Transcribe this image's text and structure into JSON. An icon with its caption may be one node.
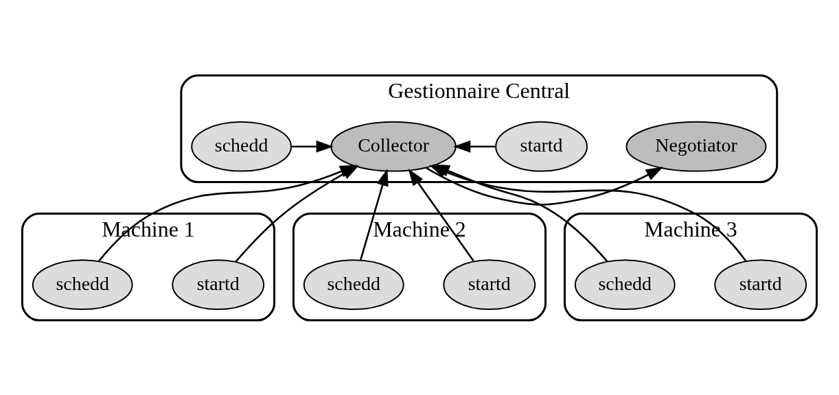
{
  "diagram": {
    "nodes": [
      {
        "text": [
          "Gestionnaire Central"
        ]
      },
      {
        "text": [
          "Negotiator"
        ],
        "in": 0
      },
      {
        "text": [
          "startd"
        ],
        "in": 0
      },
      {
        "text": [
          "Collector"
        ],
        "in": 0
      },
      {
        "text": [
          "schedd"
        ],
        "in": 0
      },
      {
        "text": [
          "Machine 1"
        ]
      },
      {
        "text": [
          "startd"
        ],
        "in": 5
      },
      {
        "text": [
          "schedd"
        ],
        "in": 5
      },
      {
        "text": [
          "Machine 2"
        ]
      },
      {
        "text": [
          "startd"
        ],
        "in": 8
      },
      {
        "text": [
          "schedd"
        ],
        "in": 8
      },
      {
        "text": [
          "Machine 3"
        ]
      },
      {
        "text": [
          "startd"
        ],
        "in": 11
      },
      {
        "text": [
          "schedd"
        ],
        "in": 11
      }
    ],
    "edges": [
      {
        "from": 3,
        "to": 1,
        "arrow": "to"
      },
      {
        "from": 2,
        "to": 3,
        "arrow": "to"
      },
      {
        "from": 4,
        "to": 3,
        "arrow": "to"
      },
      {
        "from": 6,
        "to": 3,
        "arrow": "to"
      },
      {
        "from": 7,
        "to": 3,
        "arrow": "to"
      },
      {
        "from": 9,
        "to": 3,
        "arrow": "to"
      },
      {
        "from": 10,
        "to": 3,
        "arrow": "to"
      },
      {
        "from": 12,
        "to": 3,
        "arrow": "to"
      },
      {
        "from": 13,
        "to": 3,
        "arrow": "to"
      }
    ]
  }
}
